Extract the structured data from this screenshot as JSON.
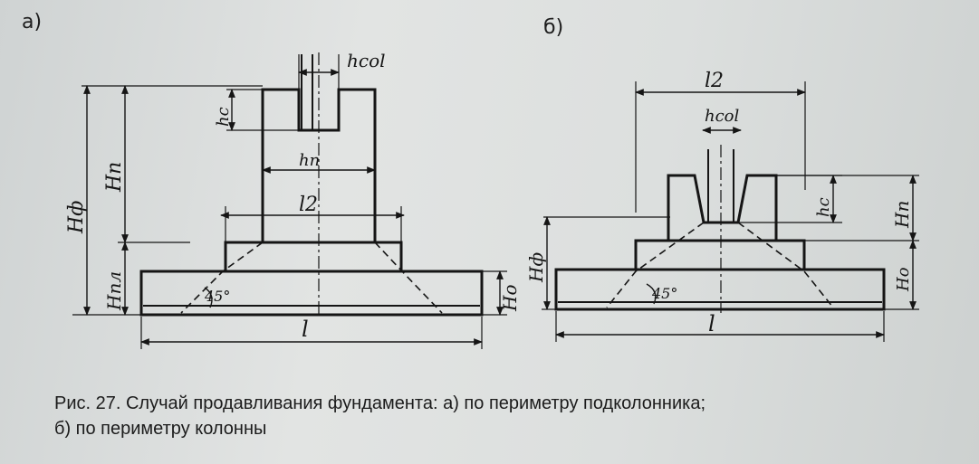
{
  "panels": {
    "a": {
      "label": "а)",
      "dims": {
        "h_col": "hcol",
        "h_c": "hc",
        "h_n": "hn",
        "l_2": "l2",
        "H_n": "Hn",
        "H_f": "Hф",
        "H_pl": "Hпл",
        "H_0": "Hо",
        "l": "l",
        "angle": "45°"
      }
    },
    "b": {
      "label": "б)",
      "dims": {
        "l_2": "l2",
        "h_col": "hcol",
        "h_c": "hc",
        "H_n": "Hn",
        "H_f": "Hф",
        "H_0": "Hо",
        "l": "l",
        "angle": "45°"
      }
    }
  },
  "caption": {
    "line1": "Рис. 27. Случай продавливания фундамента: а) по периметру подколонника;",
    "line2": "б) по периметру колонны"
  }
}
